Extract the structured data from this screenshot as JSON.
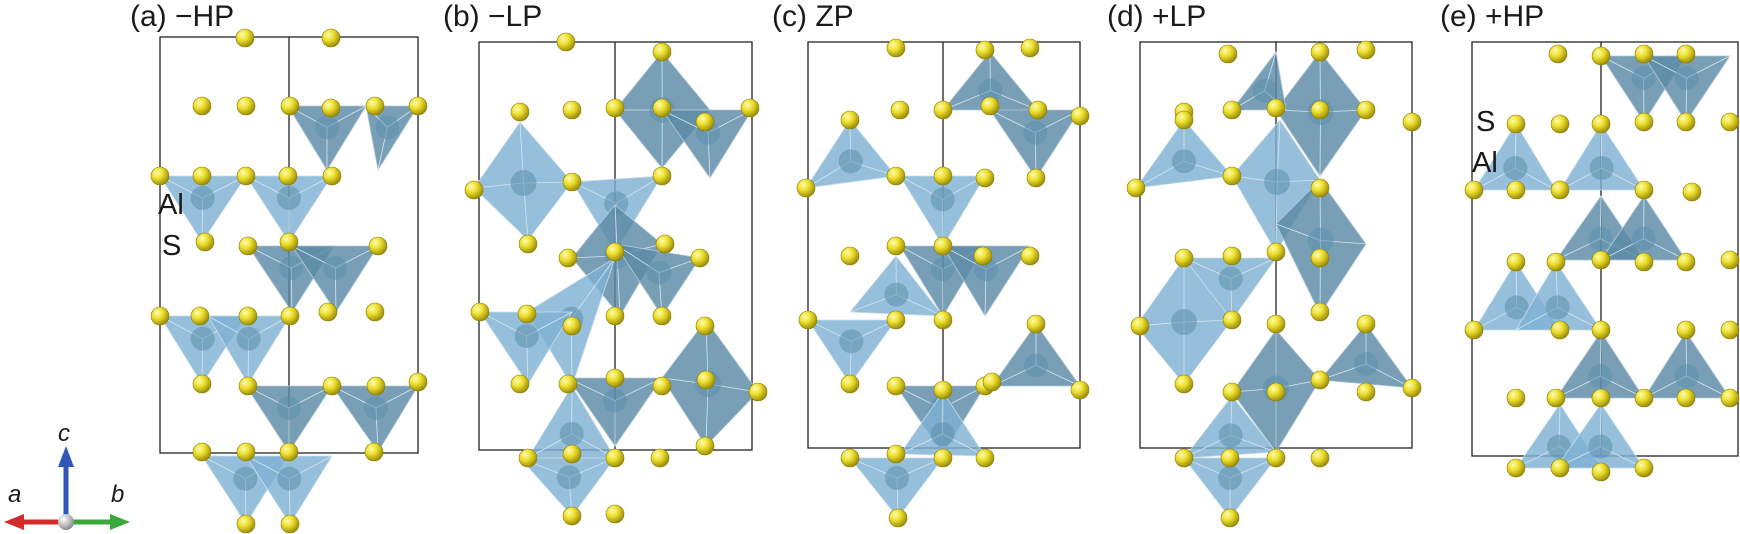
{
  "panels": [
    {
      "id": "a",
      "label": "(a) −HP"
    },
    {
      "id": "b",
      "label": "(b) −LP"
    },
    {
      "id": "c",
      "label": "(c) ZP"
    },
    {
      "id": "d",
      "label": "(d) +LP"
    },
    {
      "id": "e",
      "label": "(e) +HP"
    }
  ],
  "atom_labels": {
    "panel_a": {
      "first": "Al",
      "second": "S"
    },
    "panel_e": {
      "first": "S",
      "second": "Al"
    }
  },
  "axes": {
    "a": "a",
    "b": "b",
    "c": "c"
  },
  "colors": {
    "sulfur": "#e5dc2a",
    "tetrahedron_light": "#7fb1d3",
    "tetrahedron_dark": "#5b8aa6",
    "axis_a": "#d42a2a",
    "axis_b": "#3aa83a",
    "axis_c": "#2f56b8",
    "cell_line": "#222222"
  }
}
